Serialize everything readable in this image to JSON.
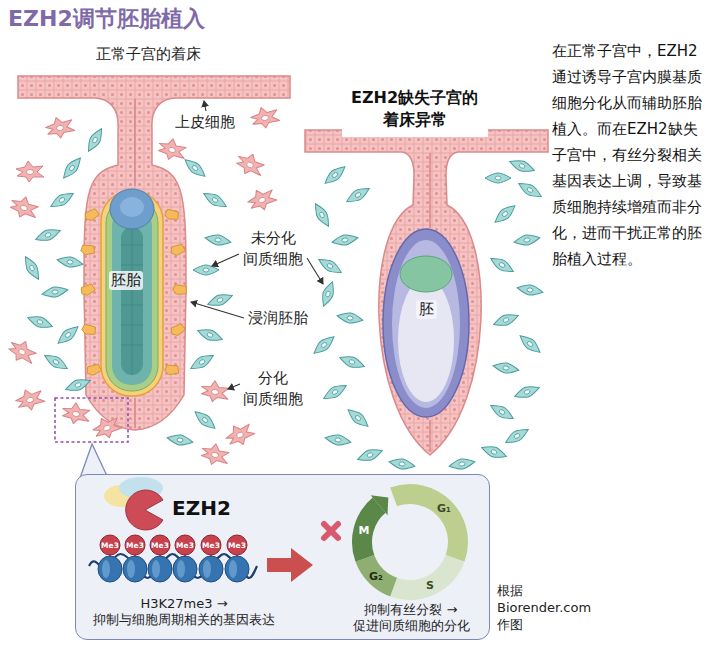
{
  "diagram": {
    "title": "EZH2调节胚胎植入",
    "nodes": [
      {
        "text": [
          "胚胎"
        ]
      },
      {
        "text": [
          "EZH2缺失子宫的 着床异常"
        ]
      },
      {
        "text": [
          "胚"
        ]
      },
      {
        "text": [
          "H3K27me3 →抑制与细胞周期相关的基因表达",
          "抑制有丝分裂 →促进间质细胞的分化"
        ]
      }
    ],
    "labels": [
      "正常子宫的着床",
      "上皮细胞",
      "未分化 间质细胞",
      "浸润胚胎",
      "分化 间质细胞",
      "在正常子宫中，EZH2通过诱导子宫内膜基质细胞分化从而辅助胚胎植入。而在EZH2缺失子宫中，有丝分裂相关基因表达上调，导致基质细胞持续增殖而非分化，进而干扰正常的胚胎植入过程。",
      "EZH2",
      "Me3",
      "Me3",
      "Me3",
      "Me3",
      "Me3",
      "Me3",
      "G₁",
      "S",
      "G₂",
      "M",
      "根据 Biorender.com 作图"
    ]
  }
}
